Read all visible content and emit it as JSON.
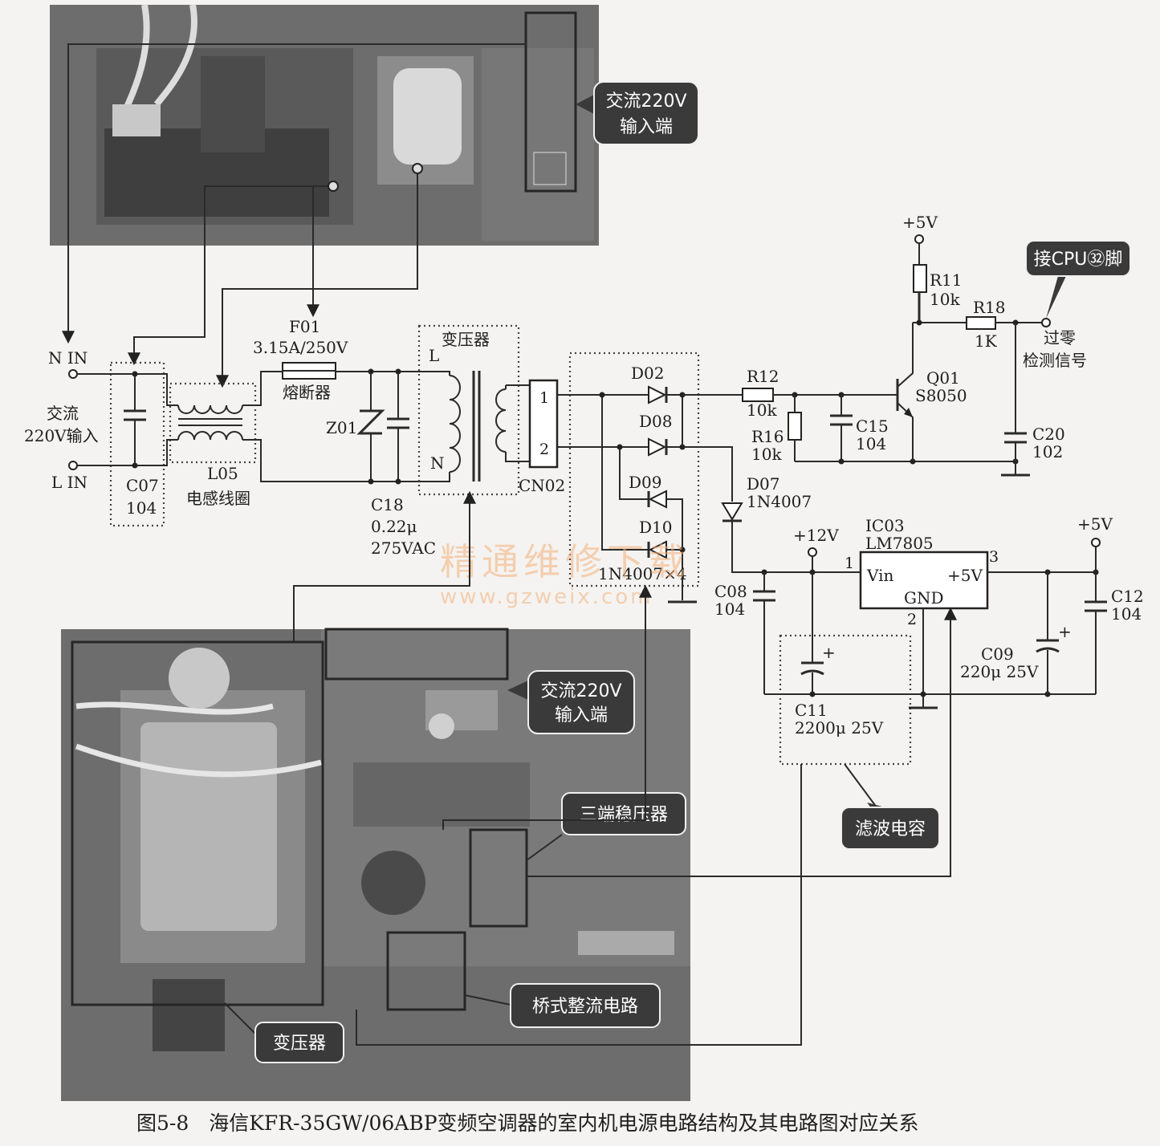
{
  "photo_top": {
    "callout": [
      "交流220V",
      "输入端"
    ]
  },
  "photo_bottom": {
    "callouts": {
      "ac_input": [
        "交流220V",
        "输入端"
      ],
      "regulator": "三端稳压器",
      "bridge": "桥式整流电路",
      "transformer": "变压器"
    }
  },
  "circuit": {
    "n_in": "N IN",
    "l_in": "L IN",
    "ac_input": [
      "交流",
      "220V输入"
    ],
    "c07": {
      "ref": "C07",
      "value": "104"
    },
    "l05": {
      "ref": "L05",
      "desc": "电感线圈"
    },
    "f01": {
      "ref": "F01",
      "rating": "3.15A/250V",
      "desc": "熔断器"
    },
    "z01": "Z01",
    "c18": {
      "ref": "C18",
      "value1": "0.22μ",
      "value2": "275VAC"
    },
    "transformer": {
      "label": "变压器",
      "L": "L",
      "N": "N"
    },
    "cn02": {
      "ref": "CN02",
      "pin1": "1",
      "pin2": "2"
    },
    "bridge": {
      "d02": "D02",
      "d08": "D08",
      "d09": "D09",
      "d10": "D10",
      "part": "1N4007×4"
    },
    "r12": {
      "ref": "R12",
      "value": "10k"
    },
    "r16": {
      "ref": "R16",
      "value": "10k"
    },
    "c15": {
      "ref": "C15",
      "value": "104"
    },
    "q01": {
      "ref": "Q01",
      "type": "S8050"
    },
    "r11": {
      "ref": "R11",
      "value": "10k"
    },
    "r18": {
      "ref": "R18",
      "value": "1K"
    },
    "c20": {
      "ref": "C20",
      "value": "102"
    },
    "vcc_top": "+5V",
    "cpu_callout": "接CPU㉜脚",
    "zero_cross": [
      "过零",
      "检测信号"
    ],
    "d07": {
      "ref": "D07",
      "part": "1N4007"
    },
    "plus12": "+12V",
    "ic03": {
      "ref": "IC03",
      "part": "LM7805",
      "vin": "Vin",
      "out": "+5V",
      "gnd": "GND",
      "pin1": "1",
      "pin2": "2",
      "pin3": "3"
    },
    "c08": {
      "ref": "C08",
      "value": "104"
    },
    "c11": {
      "ref": "C11",
      "value": "2200μ 25V"
    },
    "c09": {
      "ref": "C09",
      "value": "220μ 25V"
    },
    "c12": {
      "ref": "C12",
      "value": "104"
    },
    "plus5_out": "+5V",
    "filter_callout": "滤波电容",
    "polarity": "+"
  },
  "watermark": {
    "line1": "精通维修下载",
    "line2": "www.gzweix.com"
  },
  "caption": "图5-8　海信KFR-35GW/06ABP变频空调器的室内机电源电路结构及其电路图对应关系"
}
